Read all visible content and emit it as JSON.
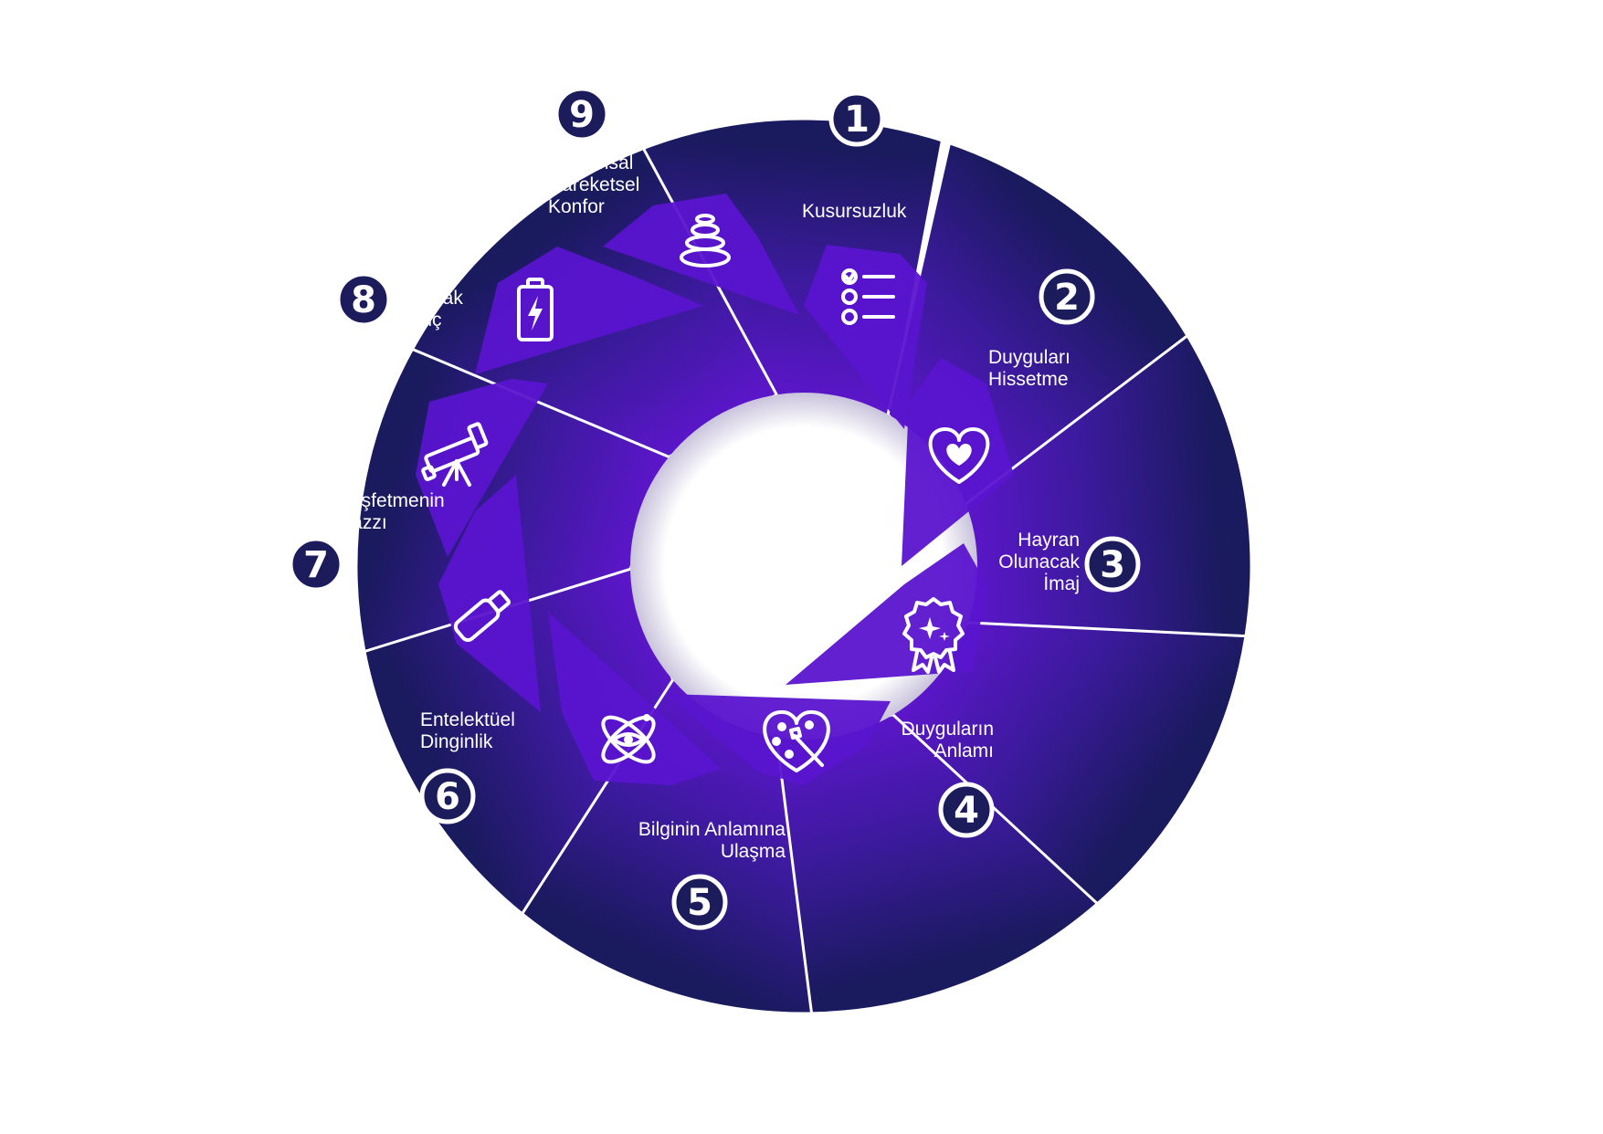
{
  "diagram": {
    "segments": [
      {
        "number": "1",
        "label_lines": [
          "Kusursuzluk"
        ],
        "icon": "checklist-icon"
      },
      {
        "number": "2",
        "label_lines": [
          "Duyguları",
          "Hissetme"
        ],
        "icon": "heart-icon"
      },
      {
        "number": "3",
        "label_lines": [
          "Hayran",
          "Olunacak",
          "İmaj"
        ],
        "icon": "award-badge-icon"
      },
      {
        "number": "4",
        "label_lines": [
          "Duyguların",
          "Anlamı"
        ],
        "icon": "art-palette-heart-icon"
      },
      {
        "number": "5",
        "label_lines": [
          "Bilginin Anlamına",
          "Ulaşma"
        ],
        "icon": "atom-eye-icon"
      },
      {
        "number": "6",
        "label_lines": [
          "Entelektüel",
          "Dinginlik"
        ],
        "icon": "usb-drive-icon"
      },
      {
        "number": "7",
        "label_lines": [
          "Keşfetmenin",
          "Hazzı"
        ],
        "icon": "telescope-icon"
      },
      {
        "number": "8",
        "label_lines": [
          "Mutlak",
          "Güç"
        ],
        "icon": "battery-charging-icon"
      },
      {
        "number": "9",
        "label_lines": [
          "Duyumsal",
          "Hareketsel",
          "Konfor"
        ],
        "icon": "stacked-stones-icon"
      }
    ],
    "colors": {
      "blade_dark": "#1a1a5e",
      "blade_mid": "#3a1a9a",
      "blade_light": "#5b16c9",
      "flap": "#5a14cf",
      "badge": "#1c1c5c",
      "badge_ring": "#ffffff",
      "text": "#ffffff"
    }
  }
}
